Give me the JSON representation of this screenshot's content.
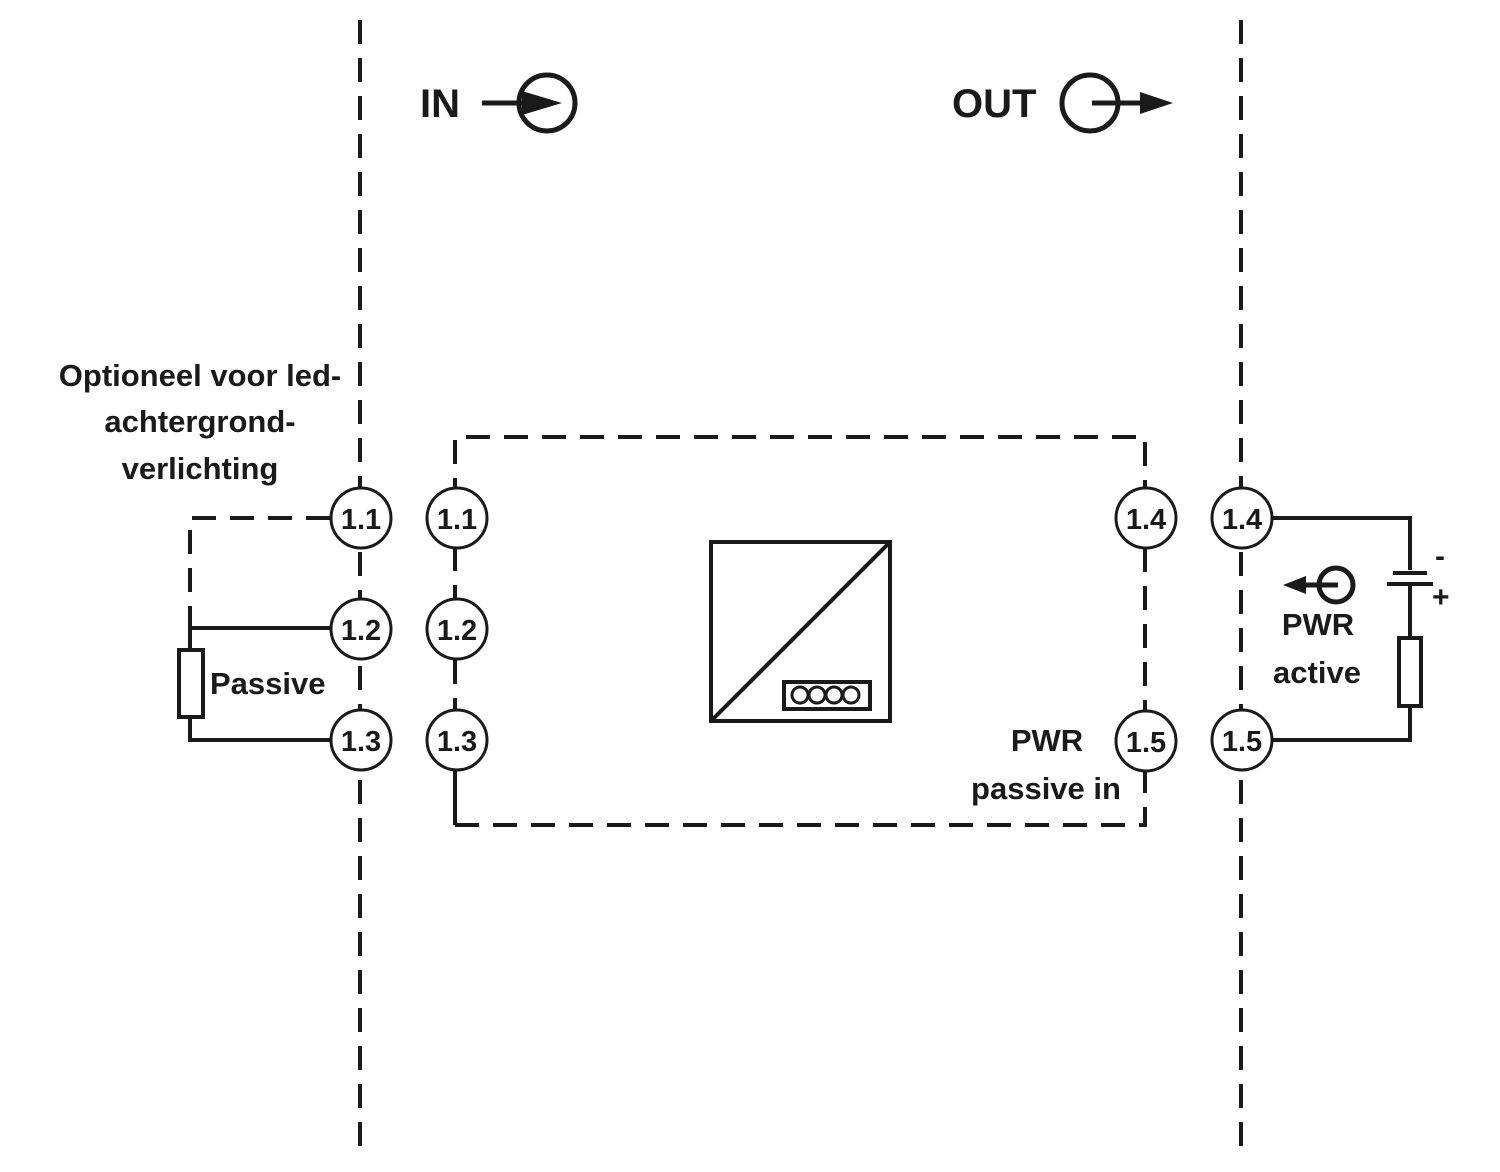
{
  "labels": {
    "in": "IN",
    "out": "OUT",
    "optional_note": [
      "Optioneel voor led-",
      "achtergrond-",
      "verlichting"
    ],
    "passive": "Passive",
    "pwr_right": "PWR",
    "active": "active",
    "pwr_bottom": "PWR",
    "passive_in": "passive in",
    "minus": "-",
    "plus": "+"
  },
  "terminals": {
    "left_outer": [
      "1.1",
      "1.2",
      "1.3"
    ],
    "left_inner": [
      "1.1",
      "1.2",
      "1.3"
    ],
    "right_inner": [
      "1.4",
      "1.5"
    ],
    "right_outer": [
      "1.4",
      "1.5"
    ]
  },
  "icons": {
    "in_arrow": "arrow-into-circle-icon",
    "out_arrow": "arrow-out-of-circle-icon",
    "pwr_arrow": "arrow-out-of-circle-icon",
    "converter": "signal-converter-icon",
    "resistor": "resistor-icon",
    "battery": "battery-icon"
  },
  "colors": {
    "ink": "#1a1a1a",
    "background": "#ffffff"
  }
}
